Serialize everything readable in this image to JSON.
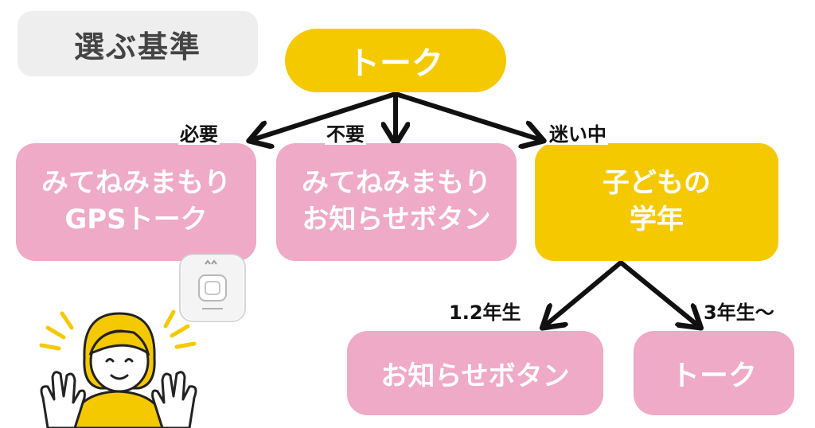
{
  "title": "選ぶ基準",
  "root": "トーク",
  "nodes": {
    "mitene_gps": [
      "みてねみまもり",
      "GPSトーク"
    ],
    "mitene_button": [
      "みてねみまもり",
      "お知らせボタン"
    ],
    "child_grade": [
      "子どもの",
      "学年"
    ],
    "button": "お知らせボタン",
    "talk": "トーク"
  },
  "edges": {
    "needed": "必要",
    "not_needed": "不要",
    "undecided": "迷い中",
    "grade_1_2": "1.2年生",
    "grade_3_up": "3年生～"
  },
  "colors": {
    "yellow": "#f5c900",
    "pink": "#eeaac6",
    "title_bg": "#eeeeee",
    "arrow": "#111111"
  },
  "icons": [
    "gps-device-icon",
    "waving-person-illustration"
  ]
}
